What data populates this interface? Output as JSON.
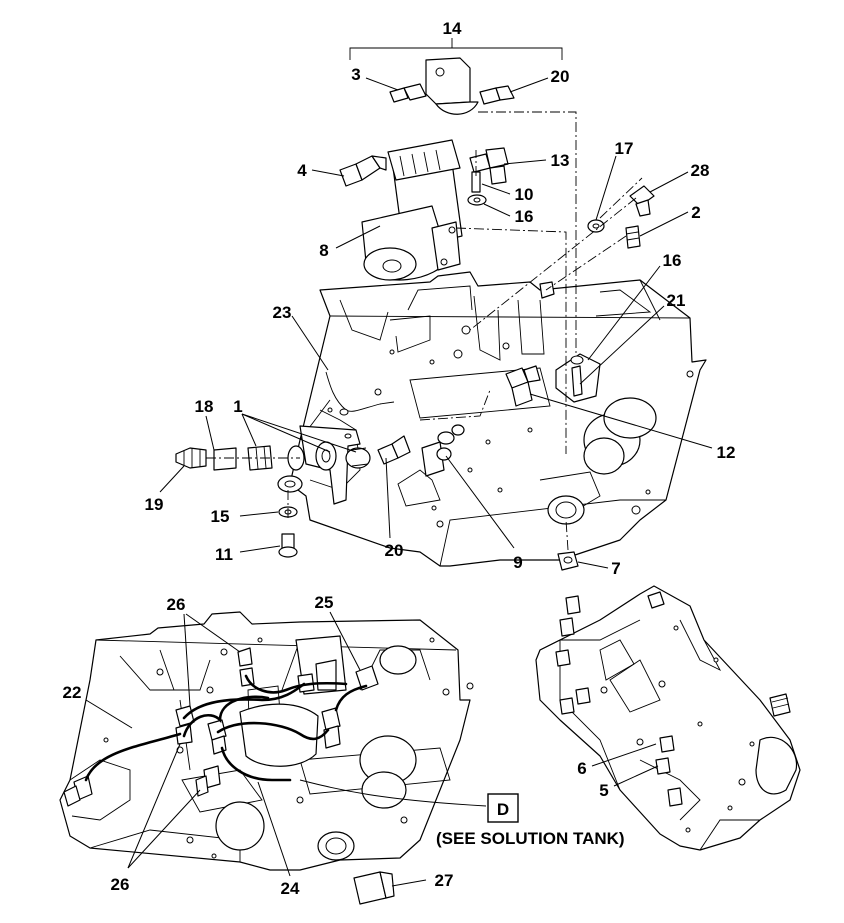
{
  "callouts": {
    "c14": "14",
    "c3": "3",
    "c20a": "20",
    "c4": "4",
    "c13": "13",
    "c17": "17",
    "c28": "28",
    "c10": "10",
    "c16a": "16",
    "c2": "2",
    "c8": "8",
    "c16b": "16",
    "c21": "21",
    "c23": "23",
    "c18": "18",
    "c1": "1",
    "c12": "12",
    "c19": "19",
    "c15": "15",
    "c20b": "20",
    "c9": "9",
    "c11": "11",
    "c7": "7",
    "c26a": "26",
    "c25": "25",
    "c22": "22",
    "c6": "6",
    "c5": "5",
    "c26b": "26",
    "c24": "24",
    "c27": "27"
  },
  "reference": {
    "letter": "D",
    "note": "(SEE SOLUTION TANK)"
  }
}
